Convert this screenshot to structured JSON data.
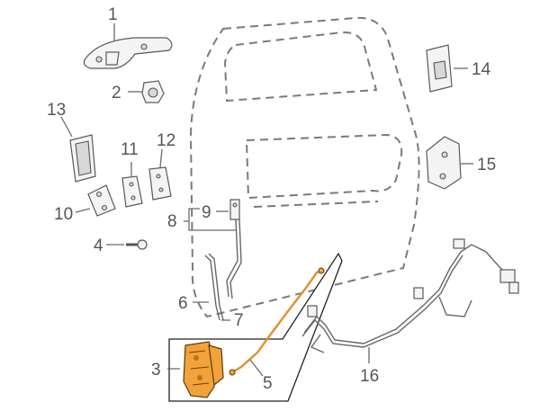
{
  "callouts": {
    "c1": "1",
    "c2": "2",
    "c3": "3",
    "c4": "4",
    "c5": "5",
    "c6": "6",
    "c7": "7",
    "c8": "8",
    "c9": "9",
    "c10": "10",
    "c11": "11",
    "c12": "12",
    "c13": "13",
    "c14": "14",
    "c15": "15",
    "c16": "16"
  },
  "colors": {
    "highlight_part": "#f2a23a",
    "lines": "#6a6a6a",
    "background": "#ffffff"
  }
}
